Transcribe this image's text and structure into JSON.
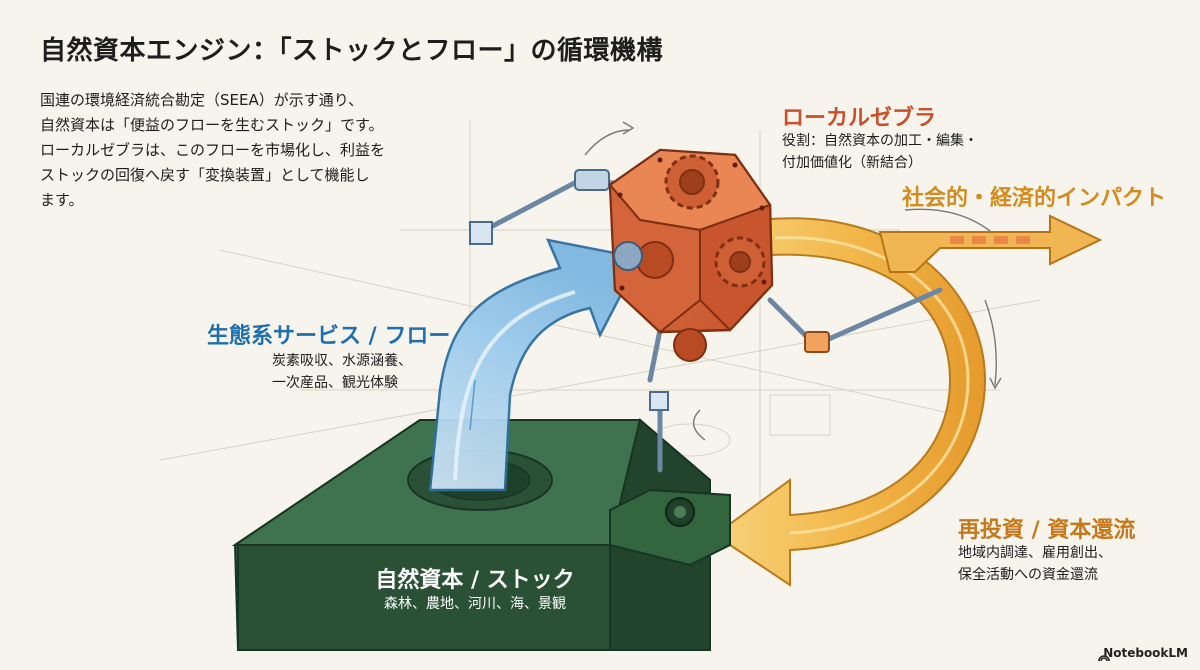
{
  "title": "自然資本エンジン：「ストックとフロー」の循環機構",
  "intro": {
    "lines": [
      "国連の環境経済統合勘定（SEEA）が示す通り、",
      "自然資本は「便益のフローを生むストック」です。",
      "ローカルゼブラは、このフローを市場化し、利益を",
      "ストックの回復へ戻す「変換装置」として機能し",
      "ます。"
    ]
  },
  "local_zebra": {
    "title": "ローカルゼブラ",
    "lines": [
      "役割：自然資本の加工・編集・",
      "付加価値化（新結合）"
    ]
  },
  "impact": {
    "title": "社会的・経済的インパクト"
  },
  "ecosystem": {
    "title": "生態系サービス / フロー",
    "lines": [
      "炭素吸収、水源涵養、",
      "一次産品、観光体験"
    ]
  },
  "reinvest": {
    "title": "再投資 / 資本還流",
    "lines": [
      "地域内調達、雇用創出、",
      "保全活動への資金還流"
    ]
  },
  "stock": {
    "title": "自然資本 / ストック",
    "body": "森林、農地、河川、海、景観"
  },
  "brand": {
    "label": "NotebookLM",
    "icon": "notebooklm-logo-icon"
  },
  "colors": {
    "background": "#f6f4ec",
    "stock_green": "#2e5a3a",
    "flow_blue": "#8cc0e6",
    "engine_orange": "#d7663a",
    "return_gold": "#f2b84b",
    "impact_orange": "#e6a036"
  }
}
